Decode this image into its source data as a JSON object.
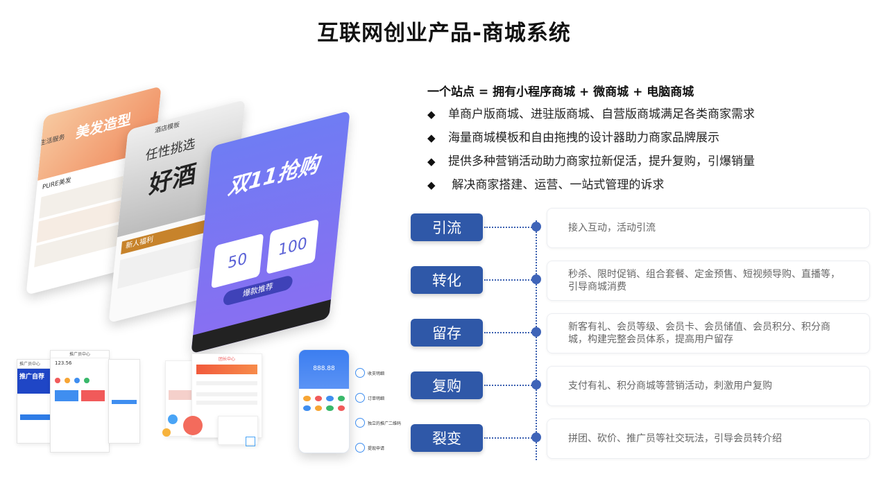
{
  "title": "互联网创业产品-商城系统",
  "intro": {
    "headline": "一个站点 = 拥有小程序商城 + 微商城 + 电脑商城",
    "bullets": [
      "单商户版商城、进驻版商城、自营版商城满足各类商家需求",
      "海量商城模板和自由拖拽的设计器助力商家品牌展示",
      "提供多种营销活动助力商家拉新促活，提升复购，引爆销量",
      " 解决商家搭建、运营、一站式管理的诉求"
    ],
    "bullet_icon": "diamond-bullet-icon"
  },
  "features": [
    {
      "label": "引流",
      "desc": "接入互动，活动引流"
    },
    {
      "label": "转化",
      "desc": "秒杀、限时促销、组合套餐、定金预售、短视频导购、直播等，引导商城消费"
    },
    {
      "label": "留存",
      "desc": "新客有礼、会员等级、会员卡、会员储值、会员积分、积分商城，构建完整会员体系，提高用户留存"
    },
    {
      "label": "复购",
      "desc": "支付有礼、积分商城等营销活动，刺激用户复购"
    },
    {
      "label": "裂变",
      "desc": "拼团、砍价、推广员等社交玩法，引导会员转介绍"
    }
  ],
  "screens": {
    "phone1": {
      "top_label": "生活服务",
      "banner": "美发造型",
      "brand": "PURE美发"
    },
    "phone2": {
      "top_label": "酒店模板",
      "banner": "任性挑选",
      "big": "好酒",
      "promo": "新人福利"
    },
    "phone3": {
      "banner": "双11抢购",
      "coupon1": "50",
      "coupon2": "100",
      "cta": "爆款推荐"
    },
    "promo_card": {
      "title": "推广员中心",
      "banner": "推广自荐",
      "amount": "123.56"
    },
    "team_card": {
      "title": "团长中心"
    },
    "wallet_card": {
      "amount": "888.88",
      "menu": [
        "收支明细",
        "订单明细",
        "独立的推广二维码",
        "提现申请"
      ]
    }
  },
  "colors": {
    "accent": "#2f58a8",
    "dot": "#3f64b8",
    "desc_text": "#666666"
  }
}
